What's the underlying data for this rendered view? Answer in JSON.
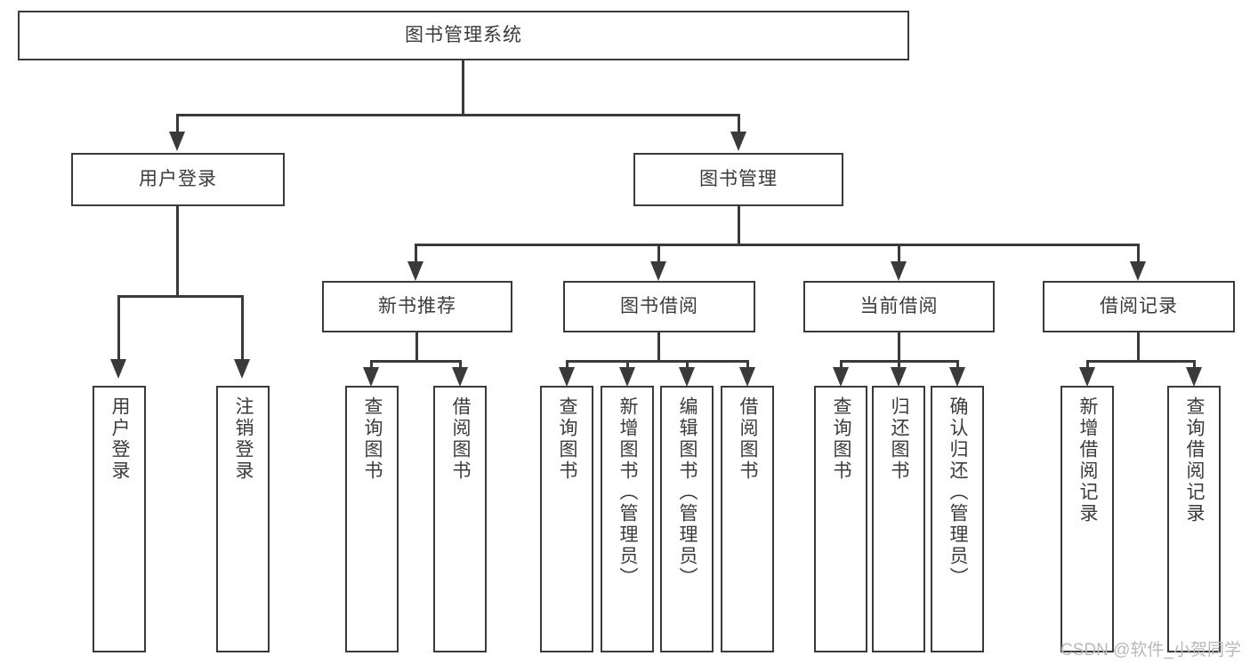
{
  "diagram": {
    "title": "图书管理系统",
    "type": "tree",
    "watermark": "CSDN @软件_小贺同学",
    "colors": {
      "line": "#3a3a3a",
      "box_border": "#3a3a3a",
      "box_fill": "#ffffff",
      "text": "#3b3b3b",
      "background": "#ffffff",
      "watermark": "#b9b9b9"
    },
    "root": {
      "label": "图书管理系统"
    },
    "level1": [
      {
        "label": "用户登录"
      },
      {
        "label": "图书管理"
      }
    ],
    "level2": [
      {
        "label": "新书推荐"
      },
      {
        "label": "图书借阅"
      },
      {
        "label": "当前借阅"
      },
      {
        "label": "借阅记录"
      }
    ],
    "leaves": {
      "user_login": [
        {
          "label": "用户登录"
        },
        {
          "label": "注销登录"
        }
      ],
      "new_book_recommend": [
        {
          "label": "查询图书"
        },
        {
          "label": "借阅图书"
        }
      ],
      "book_borrow": [
        {
          "label": "查询图书"
        },
        {
          "label": "新增图书（管理员）"
        },
        {
          "label": "编辑图书（管理员）"
        },
        {
          "label": "借阅图书"
        }
      ],
      "current_borrow": [
        {
          "label": "查询图书"
        },
        {
          "label": "归还图书"
        },
        {
          "label": "确认归还（管理员）"
        }
      ],
      "borrow_record": [
        {
          "label": "新增借阅记录"
        },
        {
          "label": "查询借阅记录"
        }
      ]
    }
  }
}
